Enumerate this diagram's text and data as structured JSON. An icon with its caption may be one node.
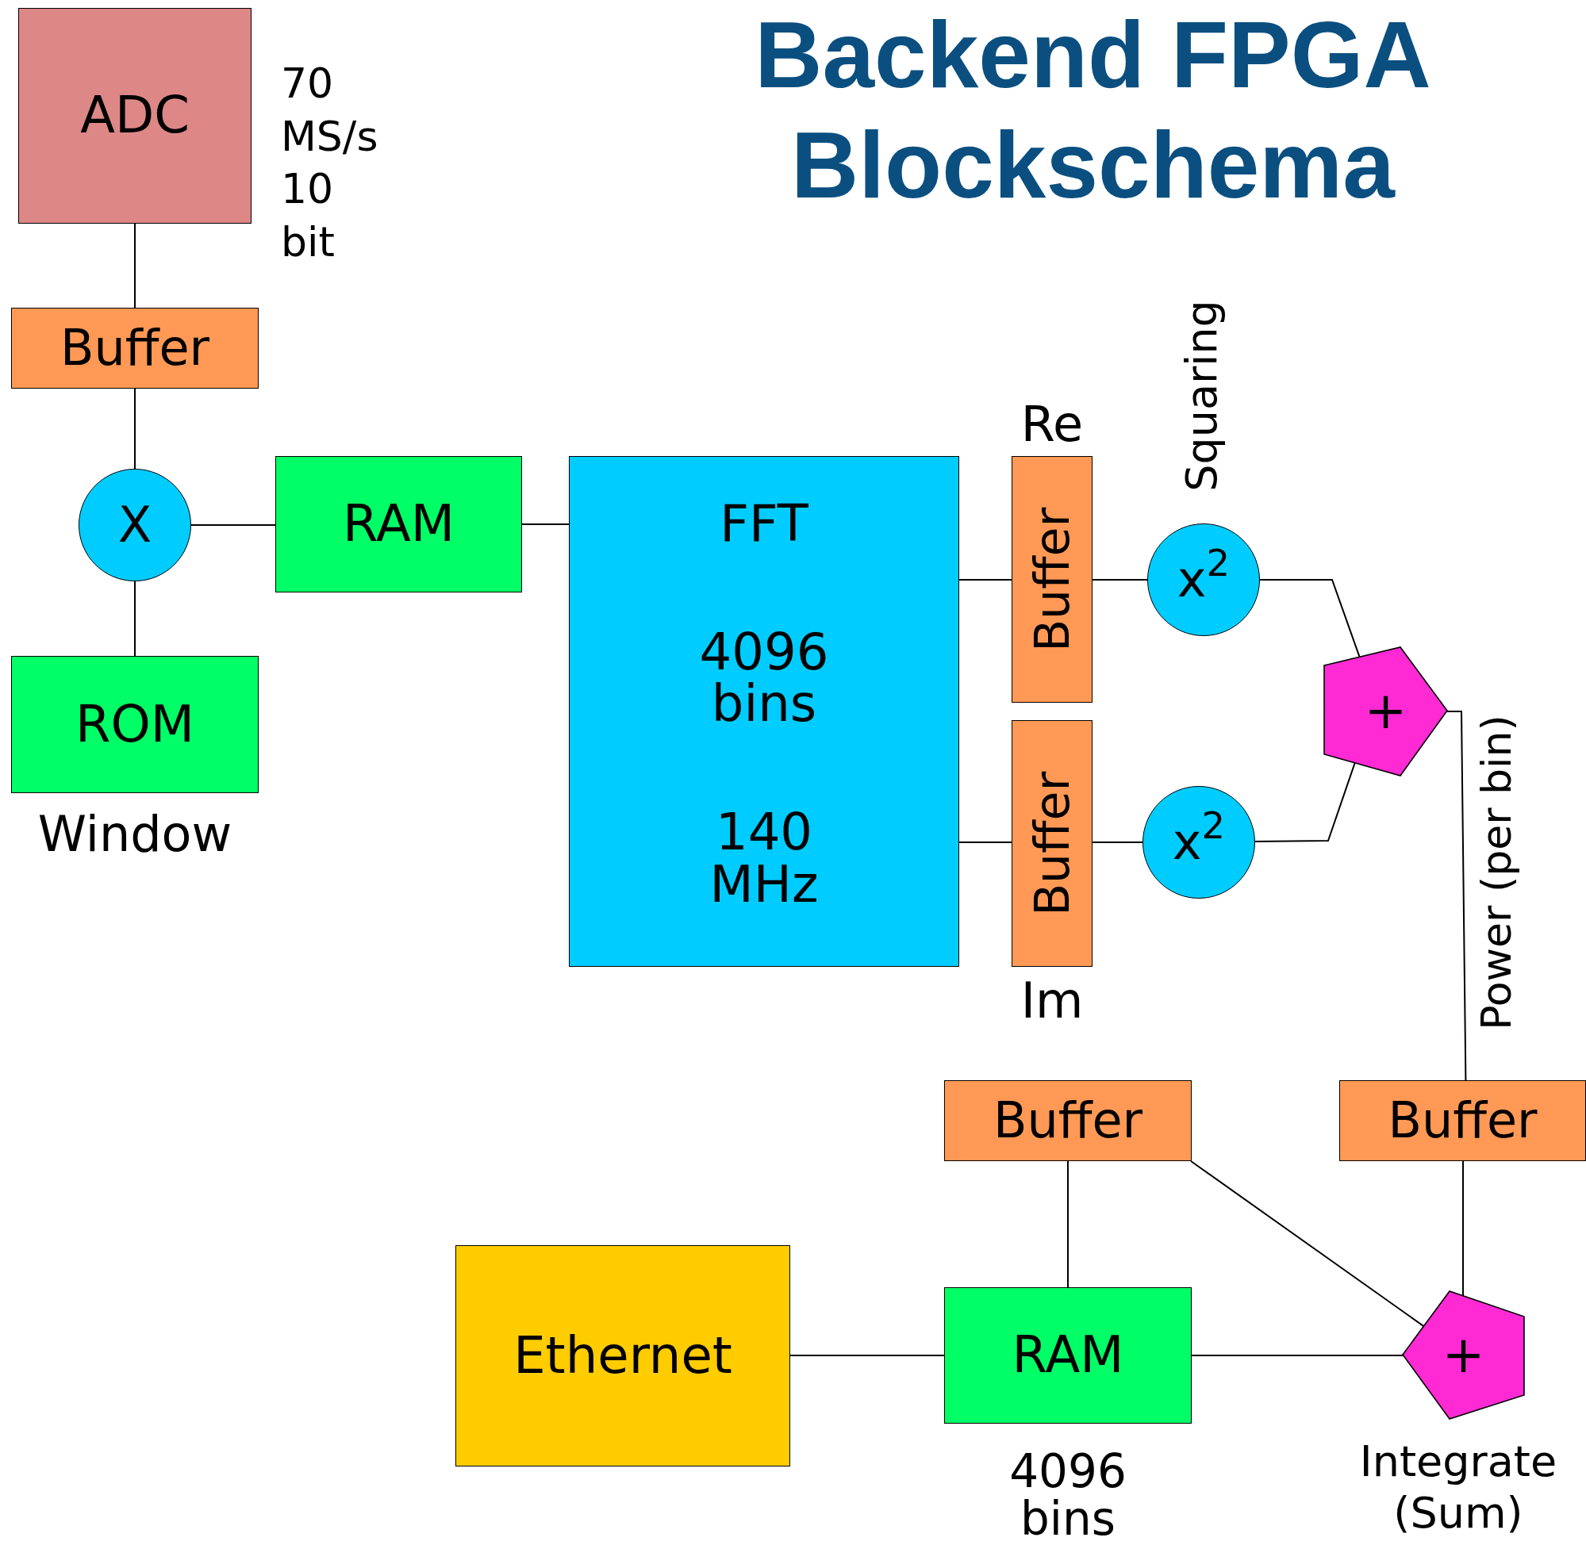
{
  "diagram": {
    "title": "Backend FPGA Blockschema",
    "nodes": [
      {
        "text": [
          "ADC"
        ],
        "beside": [
          "70 MS/s 10 bit"
        ]
      },
      {
        "text": [
          "Buffer"
        ]
      },
      {
        "text": [
          "X"
        ]
      },
      {
        "text": [
          "RAM"
        ]
      },
      {
        "text": [
          "ROM"
        ],
        "beside": [
          "Window"
        ]
      },
      {
        "text": [
          "FFT",
          "4096 bins",
          "140 MHz"
        ]
      },
      {
        "text": [
          "Buffer"
        ],
        "beside": [
          "Re"
        ]
      },
      {
        "text": [
          "x$^{2}$"
        ],
        "beside": [
          "Squaring"
        ]
      },
      {
        "text": [
          "+"
        ]
      },
      {
        "text": [
          "Buffer"
        ],
        "beside": [
          "Im"
        ]
      },
      {
        "text": [
          "x$^{2}$"
        ]
      },
      {
        "text": [
          "Buffer"
        ]
      },
      {
        "text": [
          "Buffer"
        ]
      },
      {
        "text": [
          "Ethernet"
        ]
      },
      {
        "text": [
          "RAM"
        ],
        "beside": [
          "4096 bins"
        ]
      },
      {
        "text": [
          "+"
        ],
        "beside": [
          "Integrate (Sum)"
        ]
      }
    ],
    "edges": [
      {
        "from": 0,
        "to": 1,
        "arrow": "none"
      },
      {
        "from": 1,
        "to": 2,
        "arrow": "none"
      },
      {
        "from": 2,
        "to": 4,
        "arrow": "none"
      },
      {
        "from": 2,
        "to": 3,
        "arrow": "none"
      },
      {
        "from": 3,
        "to": 5,
        "arrow": "none"
      },
      {
        "from": 5,
        "to": 6,
        "arrow": "none"
      },
      {
        "from": 5,
        "to": 9,
        "arrow": "none"
      },
      {
        "from": 6,
        "to": 7,
        "arrow": "none"
      },
      {
        "from": 9,
        "to": 10,
        "arrow": "none"
      },
      {
        "from": 7,
        "to": 8,
        "arrow": "none"
      },
      {
        "from": 10,
        "to": 8,
        "arrow": "none"
      },
      {
        "from": 8,
        "to": 12,
        "arrow": "none",
        "label": "Power (per bin)"
      },
      {
        "from": 12,
        "to": 15,
        "arrow": "none"
      },
      {
        "from": 11,
        "to": 15,
        "arrow": "none"
      },
      {
        "from": 11,
        "to": 14,
        "arrow": "none"
      },
      {
        "from": 15,
        "to": 14,
        "arrow": "none"
      },
      {
        "from": 14,
        "to": 13,
        "arrow": "none"
      }
    ]
  }
}
